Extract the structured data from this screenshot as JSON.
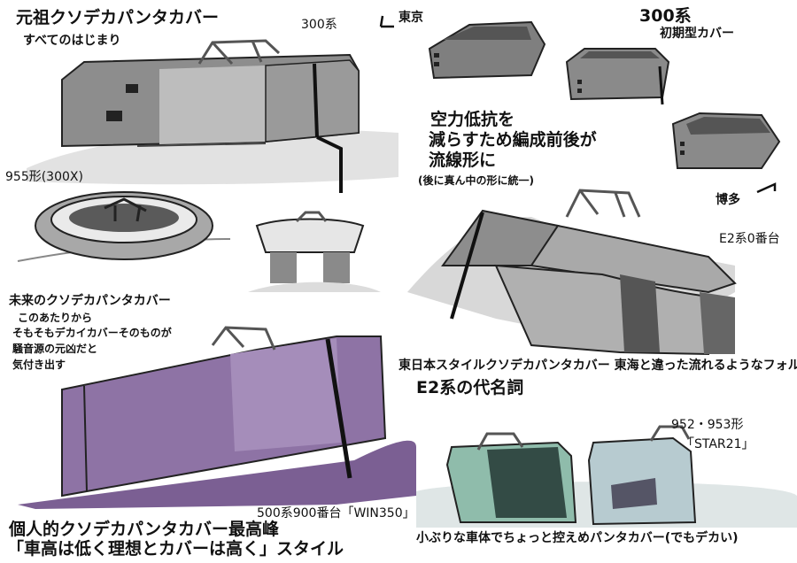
{
  "labels": {
    "l300_title": "元祖クソデカパンタカバー",
    "l300_sub": "すべてのはじまり",
    "l300_series": "300系",
    "tokyo": "東京",
    "l300_early": "300系",
    "l300_early2": "初期型カバー",
    "aero1": "空力低抗を",
    "aero2": "減らすため編成前後が",
    "aero3": "流線形に",
    "aero4": "(後に真ん中の形に統一)",
    "hakata": "博多",
    "l955": "955形(300X)",
    "future1": "未来のクソデカパンタカバー",
    "future2": "このあたりから",
    "future3": "そもそもデカイカバーそのものが",
    "future4": "騒音源の元凶だと",
    "future5": "気付き出す",
    "e2_series": "E2系0番台",
    "e2_desc1": "東日本スタイルクソデカパンタカバー 東海と違った流れるようなフォルム",
    "e2_desc2": "E2系の代名詞",
    "l500_series": "500系900番台「WIN350」",
    "l500_desc1": "個人的クソデカパンタカバー最高峰",
    "l500_desc2": "「車高は低く理想とカバーは高く」スタイル",
    "l952_series": "952・953形",
    "l952_name": "「STAR21」",
    "l952_desc": "小ぶりな車体でちょっと控えめパンタカバー(でもデカい)"
  },
  "colors": {
    "grey": "#8a8a8a",
    "grey_light": "#b8b8b8",
    "purple": "#8a6fa2",
    "teal": "#8fb8a8",
    "blue_grey": "#b4c6cc"
  }
}
